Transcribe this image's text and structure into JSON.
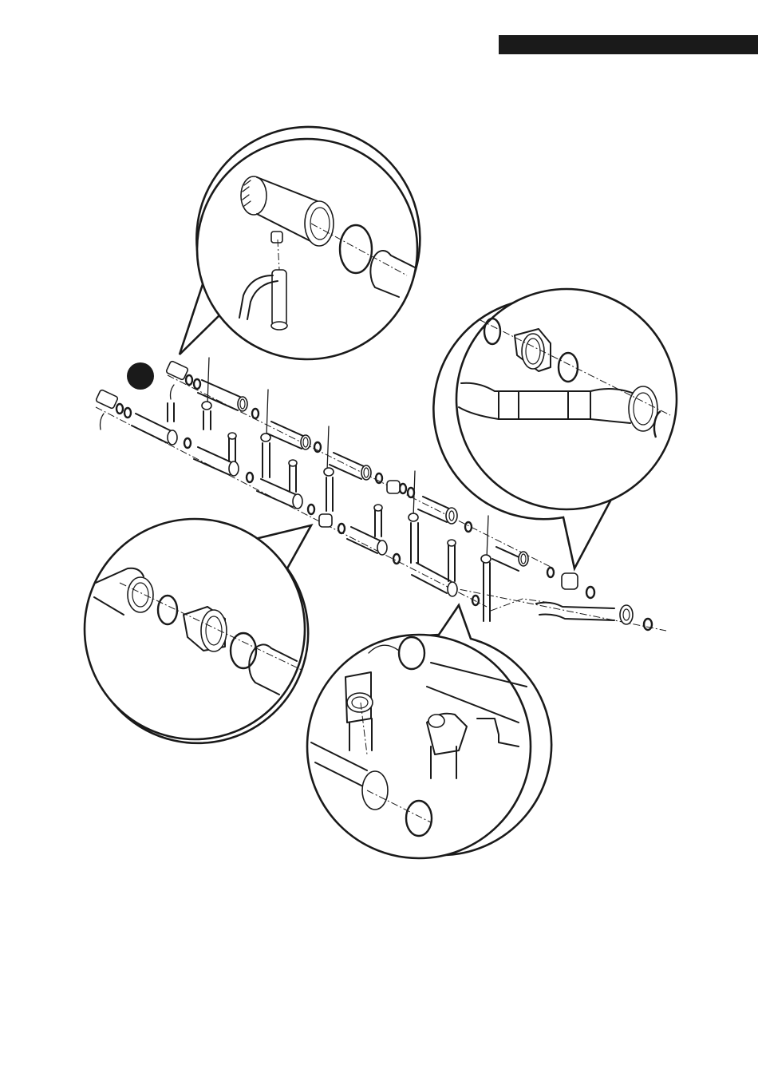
{
  "page": {
    "header_bar_color": "#1a1a1a",
    "line_color": "#1a1a1a",
    "background": "#ffffff"
  },
  "diagram": {
    "callout_marker_color": "#1a1a1a",
    "magnified_views": [
      {
        "id": "detail-top"
      },
      {
        "id": "detail-right"
      },
      {
        "id": "detail-left"
      },
      {
        "id": "detail-bottom"
      }
    ]
  }
}
